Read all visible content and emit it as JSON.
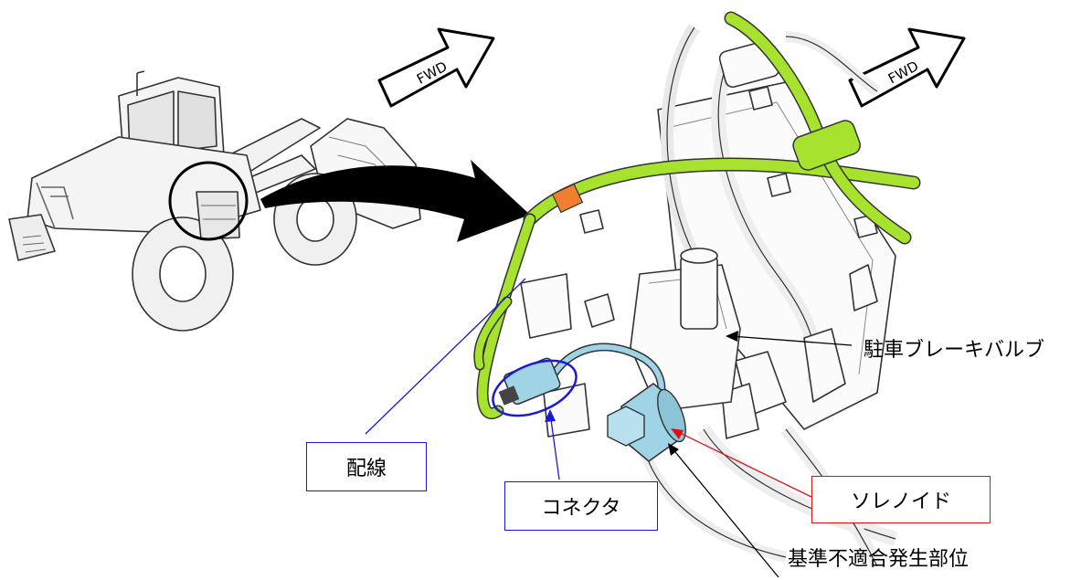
{
  "direction_labels": {
    "left": "FWD",
    "right": "FWD"
  },
  "labels": {
    "parking_brake_valve": "駐車ブレーキバルブ",
    "wiring": "配線",
    "connector": "コネクタ",
    "solenoid": "ソレノイド",
    "nonconformity_site": "基準不適合発生部位"
  },
  "colors": {
    "harness_green": "#a6e22e",
    "connector_blue": "#9fd3e6",
    "clip_orange": "#f08030",
    "callout_blue": "#1a1ad6",
    "callout_red": "#e01010"
  }
}
